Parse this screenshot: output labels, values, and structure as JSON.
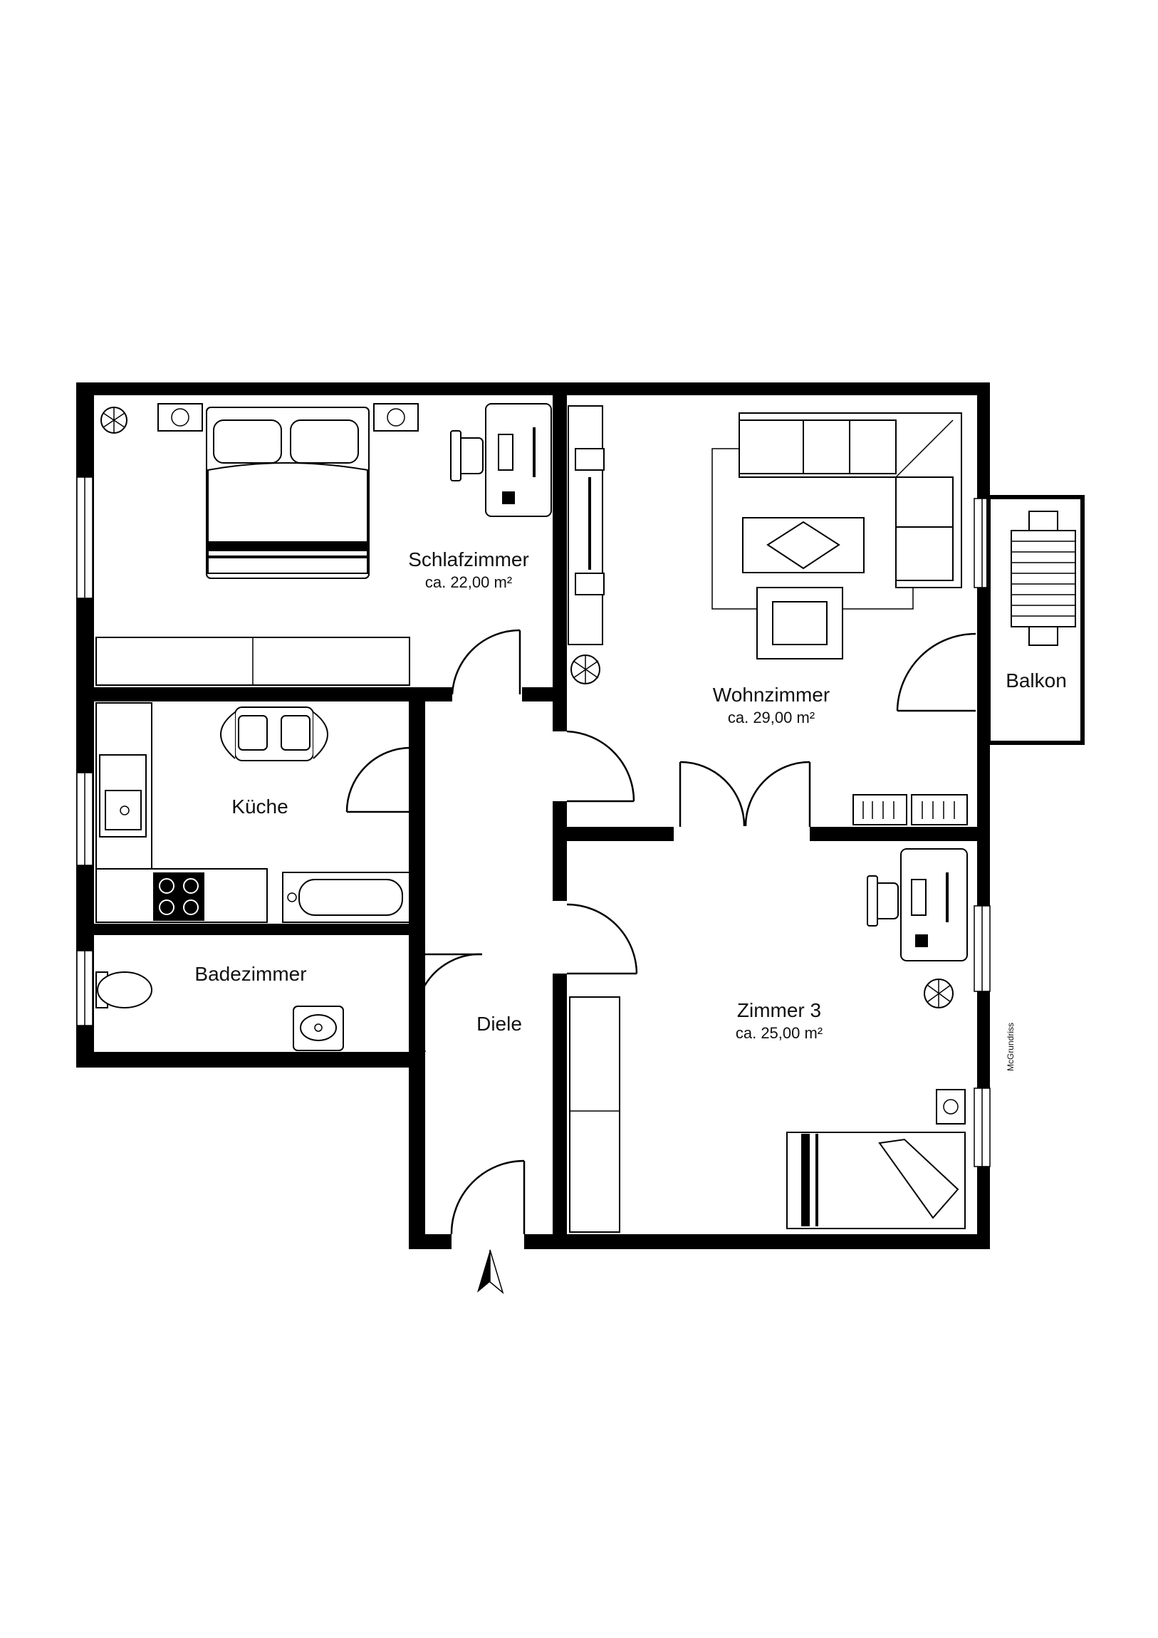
{
  "rooms": {
    "schlafzimmer": {
      "name": "Schlafzimmer",
      "area": "ca. 22,00 m²"
    },
    "wohnzimmer": {
      "name": "Wohnzimmer",
      "area": "ca. 29,00 m²"
    },
    "balkon": {
      "name": "Balkon"
    },
    "kueche": {
      "name": "Küche"
    },
    "badezimmer": {
      "name": "Badezimmer"
    },
    "diele": {
      "name": "Diele"
    },
    "zimmer3": {
      "name": "Zimmer 3",
      "area": "ca. 25,00 m²"
    }
  },
  "watermark": "McGrundriss",
  "icons": [
    "north-arrow-icon",
    "plant-icon",
    "bed-icon",
    "desk-icon",
    "sofa-icon",
    "stove-icon",
    "sink-icon",
    "bathtub-icon",
    "toilet-icon",
    "shelf-icon"
  ],
  "colors": {
    "wall": "#000000",
    "background": "#ffffff"
  }
}
